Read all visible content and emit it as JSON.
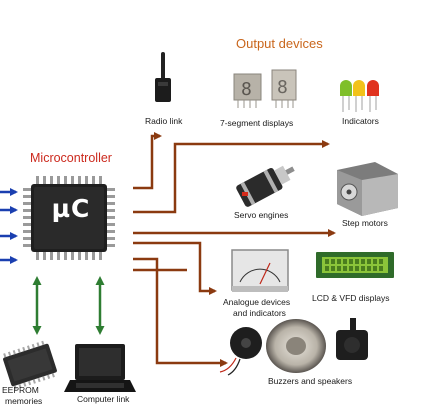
{
  "title": "Output devices",
  "microcontroller": {
    "label": "Microcontroller",
    "chip_text": "µC"
  },
  "outputs": {
    "radio_link": "Radio link",
    "seven_segment": "7-segment displays",
    "indicators": "Indicators",
    "servo": "Servo engines",
    "step_motors": "Step motors",
    "analogue_line1": "Analogue devices",
    "analogue_line2": "and indicators",
    "lcd_vfd": "LCD & VFD displays",
    "buzzers": "Buzzers and speakers"
  },
  "peripherals": {
    "eeprom_line1": "EEPROM",
    "eeprom_line2": "memories",
    "computer_link": "Computer link"
  },
  "colors": {
    "output_arrow": "#8b3a10",
    "bidirectional_arrow": "#2e7d32",
    "input_arrow": "#1a3fb0",
    "chip": "#1f1f1f",
    "title": "#c9661c",
    "micro_title": "#cc2a1e"
  }
}
